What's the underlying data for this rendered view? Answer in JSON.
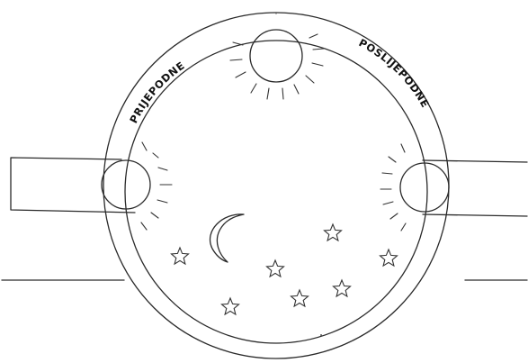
{
  "labels": {
    "morning": "PRIJEPODNE",
    "afternoon": "POSLIJEPODNE"
  },
  "colors": {
    "ink": "#2a2a2a",
    "paper": "#ffffff"
  },
  "icons": {
    "sun": "sun-icon",
    "moon": "crescent-moon-icon",
    "star": "star-icon"
  },
  "star_count": 7
}
